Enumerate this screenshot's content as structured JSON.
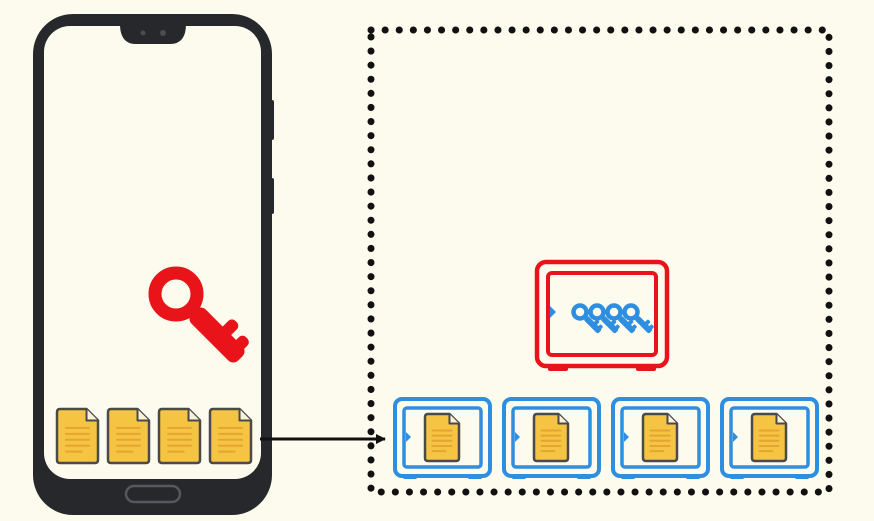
{
  "diagram": {
    "colors": {
      "background": "#fdfbee",
      "phone_body": "#26282b",
      "phone_screen": "#fdfbee",
      "client_key": "#e8141a",
      "key_vault": "#e8141a",
      "vault_keys": "#2e8ee0",
      "storage_vault": "#2e8ee0",
      "document_fill": "#f5c443",
      "document_outline": "#4a4a4a",
      "document_lines": "#e5a532",
      "arrow": "#111111",
      "boundary": "#111111"
    },
    "phone": {
      "icon": "smartphone-icon",
      "key_icon": "key-icon",
      "document_count": 4
    },
    "key_vault": {
      "icon": "safe-icon",
      "stored_key_count": 4
    },
    "storage": {
      "vault_count": 4,
      "vault_icon": "safe-icon",
      "document_icon": "document-icon"
    },
    "arrow": {
      "direction": "phone-to-storage"
    }
  }
}
